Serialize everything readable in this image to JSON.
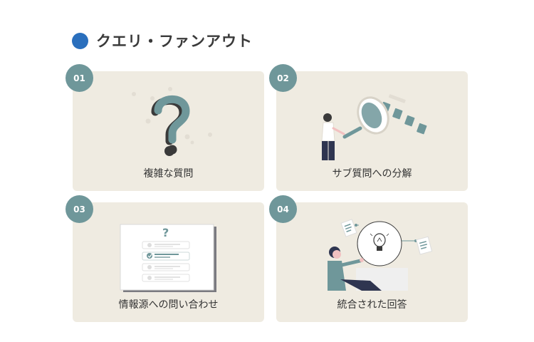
{
  "header": {
    "title": "クエリ・ファンアウト"
  },
  "cards": [
    {
      "number": "01",
      "label": "複雑な質問",
      "icon": "question-mark-illustration"
    },
    {
      "number": "02",
      "label": "サブ質問への分解",
      "icon": "magnifier-person-illustration"
    },
    {
      "number": "03",
      "label": "情報源への問い合わせ",
      "icon": "checklist-screen-illustration"
    },
    {
      "number": "04",
      "label": "統合された回答",
      "icon": "lightbulb-person-illustration"
    }
  ],
  "screen": {
    "question_glyph": "?"
  },
  "colors": {
    "accent": "#2a6fbd",
    "badge": "#6f979a",
    "card": "#efebe1",
    "teal": "#6f979a"
  }
}
